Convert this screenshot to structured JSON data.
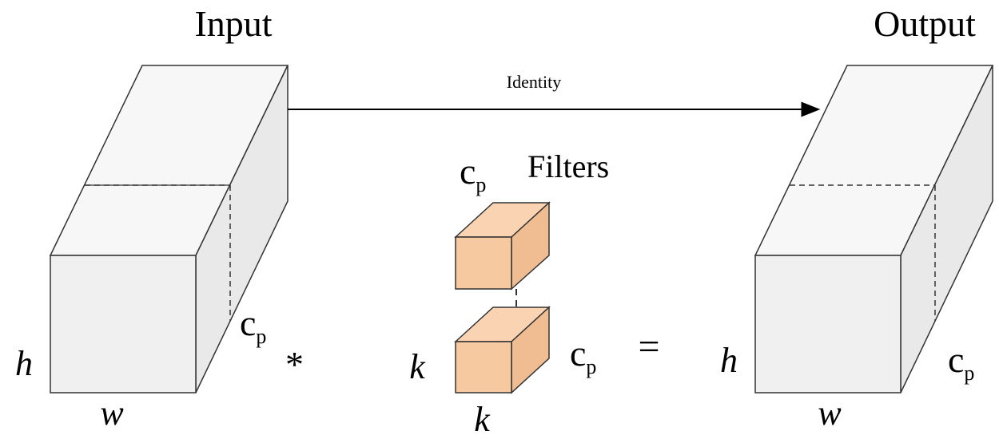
{
  "input": {
    "title": "Input",
    "height_label": "h",
    "width_label": "w",
    "channel_label": "c",
    "channel_sub": "p",
    "operator": "*"
  },
  "connection": {
    "label": "Identity"
  },
  "filters": {
    "count_label": "c",
    "count_sub": "p",
    "title": "Filters",
    "kernel_height_label": "k",
    "kernel_width_label": "k",
    "depth_label": "c",
    "depth_sub": "p",
    "equals": "="
  },
  "output": {
    "title": "Output",
    "height_label": "h",
    "width_label": "w",
    "channel_label": "c",
    "channel_sub": "p"
  },
  "colors": {
    "block_face": "#f0f0f0",
    "block_top": "#f7f7f7",
    "block_side": "#e9e9e9",
    "filter_fill": "#f7c9a1",
    "outline": "#333333"
  }
}
